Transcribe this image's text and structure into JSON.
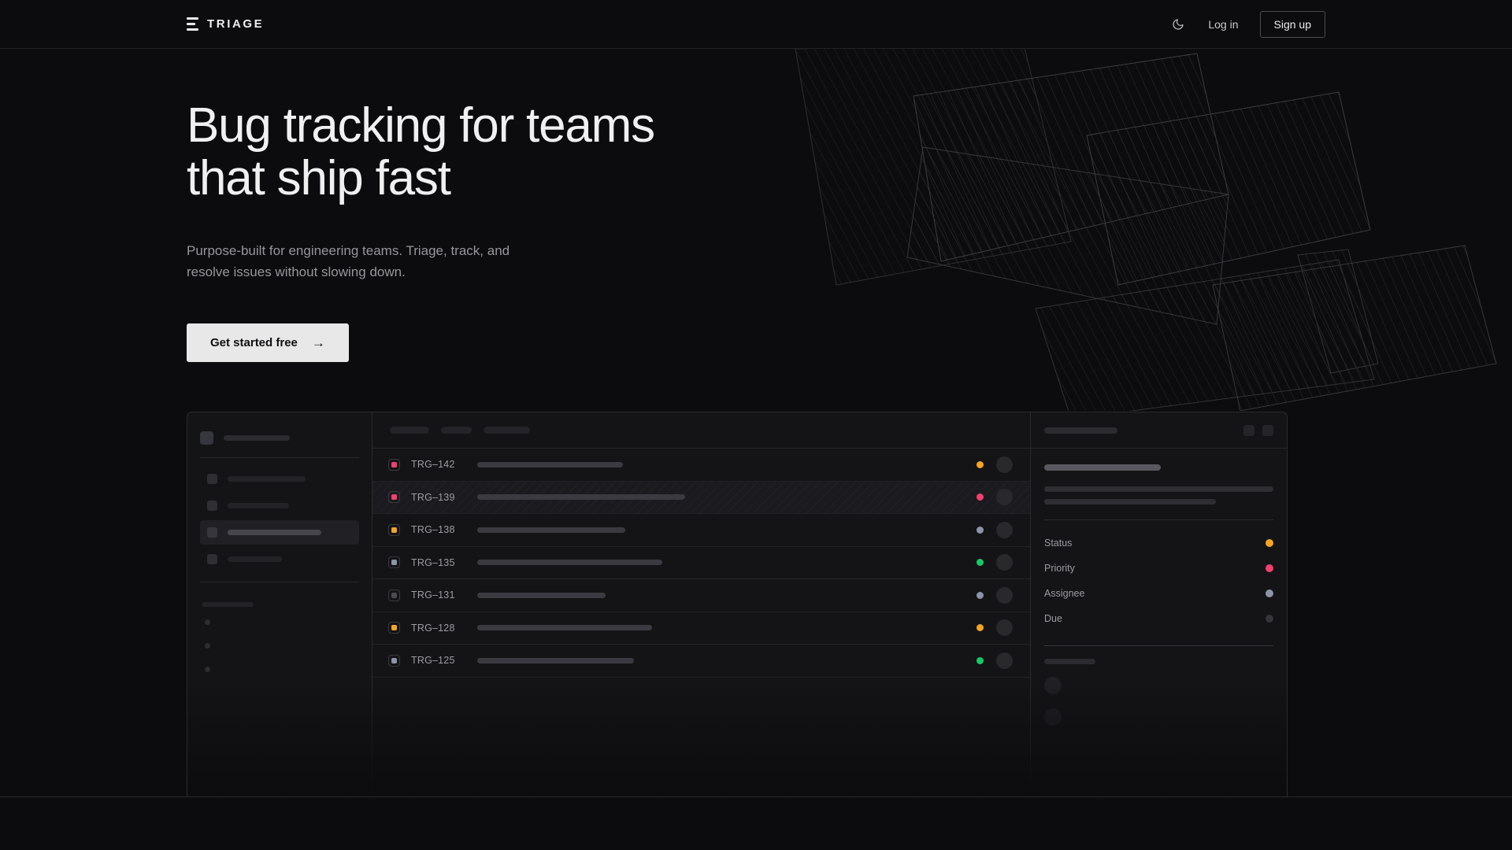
{
  "brand": {
    "name": "TRIAGE",
    "mark_icon": "stacked-bars-icon"
  },
  "header": {
    "theme_toggle_icon": "moon-icon",
    "login_label": "Log in",
    "signup_label": "Sign up"
  },
  "hero": {
    "title": "Bug tracking for teams\nthat ship fast",
    "subtitle": "Purpose-built for engineering teams. Triage, track, and\nresolve issues without slowing down.",
    "cta_label": "Get started free",
    "cta_arrow": "→"
  },
  "colors": {
    "page_bg": "#0c0c0e",
    "panel_bg": "#141417",
    "border": "#2a2a2e",
    "text_primary": "#f0f0f1",
    "text_muted": "#96969c",
    "cta_bg": "#e8e8e8",
    "status_orange": "#f5a524",
    "status_pink": "#f43f6e",
    "status_green": "#17c964",
    "status_slate": "#8d94a8",
    "status_idle": "#35353a"
  },
  "mockup": {
    "sidebar": {
      "workspace_icon": "workspace-square-icon",
      "workspace_label_width": 84,
      "items": [
        {
          "name": "nav-item-1",
          "label_width": 99,
          "active": false
        },
        {
          "name": "nav-item-2",
          "label_width": 78,
          "active": false
        },
        {
          "name": "nav-item-3",
          "label_width": 119,
          "active": true
        },
        {
          "name": "nav-item-4",
          "label_width": 69,
          "active": false
        }
      ],
      "section_label_width": 66,
      "mini_items": 3
    },
    "list": {
      "toolbar_pills": [
        50,
        39,
        59
      ],
      "rows": [
        {
          "id": "TRG–142",
          "priority_color": "#f43f6e",
          "title_width": 185,
          "status_color": "#f5a524",
          "selected": false
        },
        {
          "id": "TRG–139",
          "priority_color": "#f43f6e",
          "title_width": 264,
          "status_color": "#f43f6e",
          "selected": true
        },
        {
          "id": "TRG–138",
          "priority_color": "#f5a524",
          "title_width": 188,
          "status_color": "#8d94a8",
          "selected": false
        },
        {
          "id": "TRG–135",
          "priority_color": "#8d94a8",
          "title_width": 235,
          "status_color": "#17c964",
          "selected": false
        },
        {
          "id": "TRG–131",
          "priority_color": "#4a4a50",
          "title_width": 163,
          "status_color": "#8d94a8",
          "selected": false
        },
        {
          "id": "TRG–128",
          "priority_color": "#f5a524",
          "title_width": 222,
          "status_color": "#f5a524",
          "selected": false
        },
        {
          "id": "TRG–125",
          "priority_color": "#8d94a8",
          "title_width": 199,
          "status_color": "#17c964",
          "selected": false
        }
      ]
    },
    "detail": {
      "header_skeleton_width": 93,
      "header_actions": [
        {
          "name": "detail-action-1",
          "icon": "square-button-icon"
        },
        {
          "name": "detail-action-2",
          "icon": "square-button-icon"
        }
      ],
      "title_skeleton_width": 148,
      "body_line_widths": [
        291,
        218
      ],
      "meta": [
        {
          "label": "Status",
          "dot_color": "#f5a524"
        },
        {
          "label": "Priority",
          "dot_color": "#f43f6e"
        },
        {
          "label": "Assignee",
          "dot_color": "#8d94a8"
        },
        {
          "label": "Due",
          "dot_color": "#35353a"
        }
      ],
      "activity_label_width": 65,
      "activity_avatars": 2
    }
  }
}
